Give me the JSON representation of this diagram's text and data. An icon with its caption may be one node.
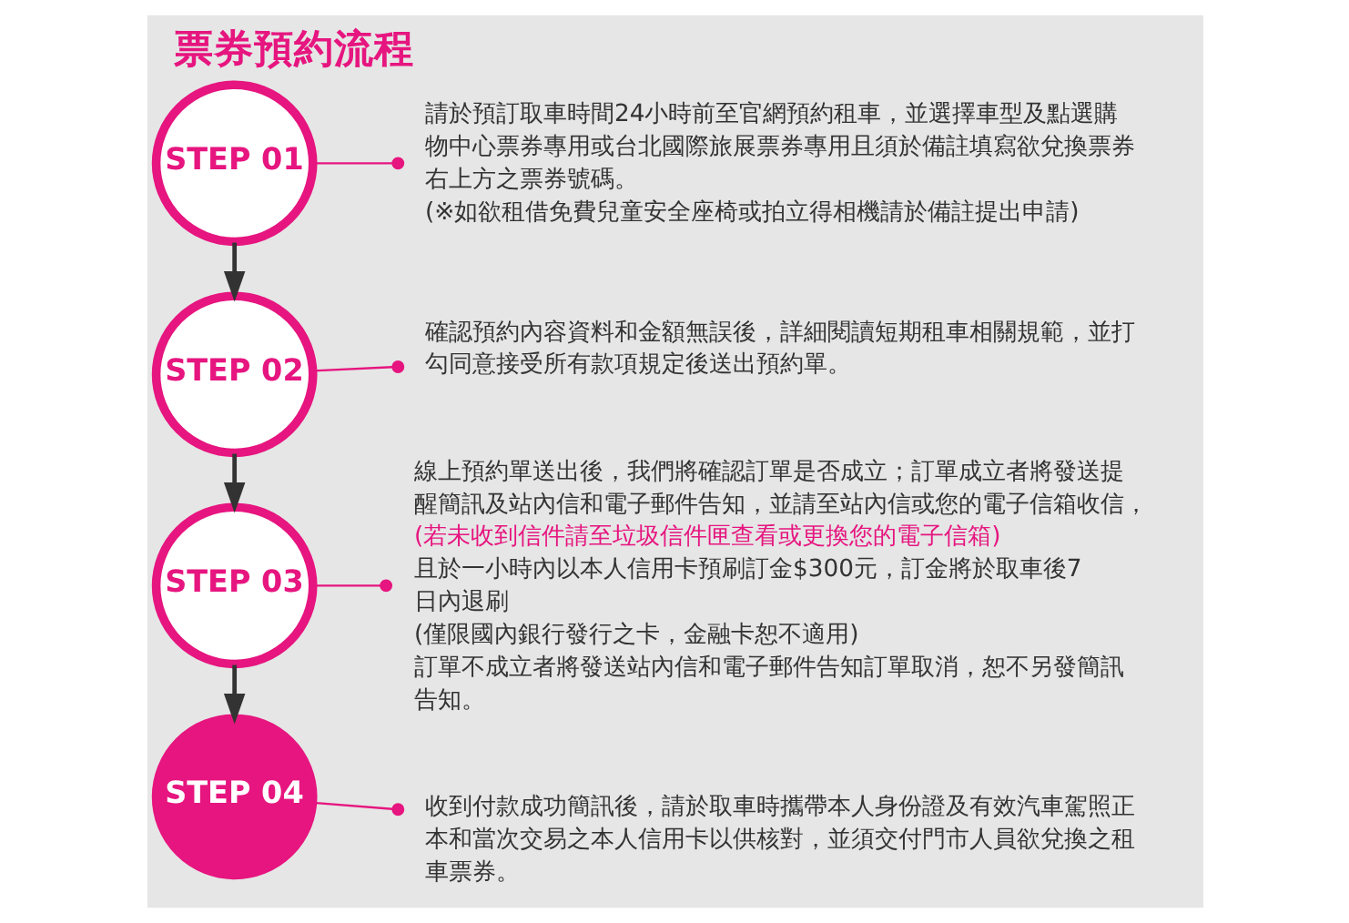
{
  "diagram": {
    "title": "票券預約流程",
    "nodes": [
      {
        "text": [
          "STEP 01"
        ]
      },
      {
        "text": [
          "STEP 02"
        ]
      },
      {
        "text": [
          "STEP 03"
        ]
      },
      {
        "text": [
          "STEP 04"
        ]
      },
      {
        "text": [
          "請於預訂取車時間24小時前至官網預約租車，並選擇車型及點選購物中心票券專用或台北國際旅展票券專用且須於備註填寫欲兌換票券右上方之票券號碼。",
          "(※如欲租借免費兒童安全座椅或拍立得相機請於備註提出申請)"
        ]
      },
      {
        "text": [
          "確認預約內容資料和金額無誤後，詳細閱讀短期租車相關規範，並打勾同意接受所有款項規定後送出預約單。"
        ]
      },
      {
        "text": [
          "線上預約單送出後，我們將確認訂單是否成立；訂單成立者將發送提醒簡訊及站內信和電子郵件告知，並請至站內信或您的電子信箱收信，",
          "(若未收到信件請至垃圾信件匣查看或更換您的電子信箱)",
          "且於一小時內以本人信用卡預刷訂金$300元，訂金將於取車後7日內退刷",
          "(僅限國內銀行發行之卡，金融卡恕不適用)",
          "訂單不成立者將發送站內信和電子郵件告知訂單取消，恕不另發簡訊告知。"
        ]
      },
      {
        "text": [
          "收到付款成功簡訊後，請於取車時攜帶本人身份證及有效汽車駕照正本和當次交易之本人信用卡以供核對，並須交付門市人員欲兌換之租車票券。"
        ]
      }
    ],
    "edges": [
      {
        "from": 0,
        "to": 4,
        "arrow": "other"
      },
      {
        "from": 0,
        "to": 1,
        "arrow": "to",
        "color": "#333333"
      },
      {
        "from": 1,
        "to": 5,
        "arrow": "other"
      },
      {
        "from": 1,
        "to": 2,
        "arrow": "to",
        "color": "#333333"
      },
      {
        "from": 2,
        "to": 6,
        "arrow": "other"
      },
      {
        "from": 2,
        "to": 3,
        "arrow": "to",
        "color": "#333333"
      },
      {
        "from": 3,
        "to": 7,
        "arrow": "other"
      }
    ]
  }
}
